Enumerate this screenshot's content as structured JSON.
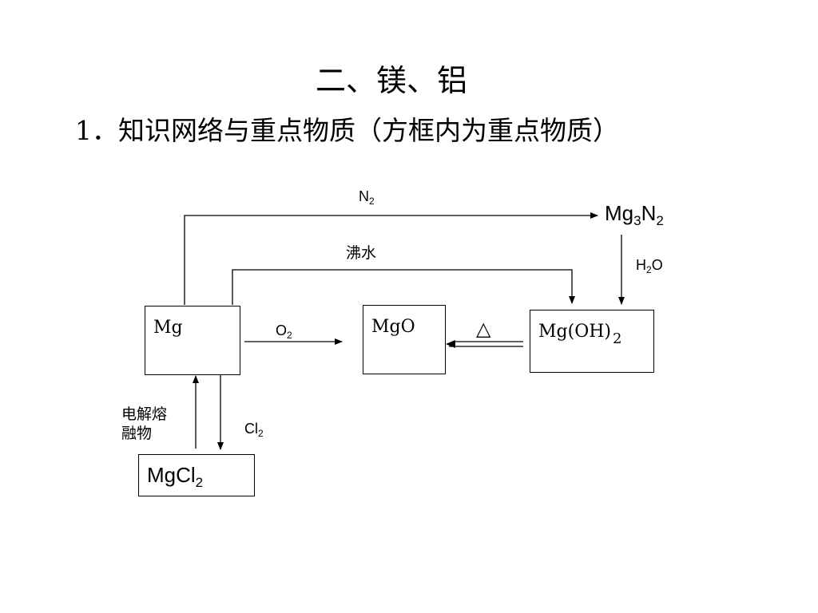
{
  "heading": {
    "title": "二、镁、铝",
    "subtitle": "1．知识网络与重点物质（方框内为重点物质）"
  },
  "nodes": {
    "mg": {
      "text": "Mg"
    },
    "mgo": {
      "text": "MgO"
    },
    "mgoh2": {
      "text": "Mg(OH)",
      "sub": "2"
    },
    "mg3n2": {
      "base1": "Mg",
      "sub1": "3",
      "base2": "N",
      "sub2": "2"
    },
    "mgcl2": {
      "base": "MgCl",
      "sub": "2"
    }
  },
  "edges": {
    "mg_to_mg3n2": {
      "base": "N",
      "sub": "2"
    },
    "mg_to_mgoh2": {
      "text": "沸水"
    },
    "mg3n2_to_mgoh2": {
      "base1": "H",
      "sub": "2",
      "base2": "O"
    },
    "mg_to_mgo": {
      "base": "O",
      "sub": "2"
    },
    "mgoh2_to_mgo": {
      "text": "△"
    },
    "mgcl2_to_mg": {
      "line1": "电解熔",
      "line2": "融物"
    },
    "mg_to_mgcl2": {
      "base": "Cl",
      "sub": "2"
    }
  }
}
